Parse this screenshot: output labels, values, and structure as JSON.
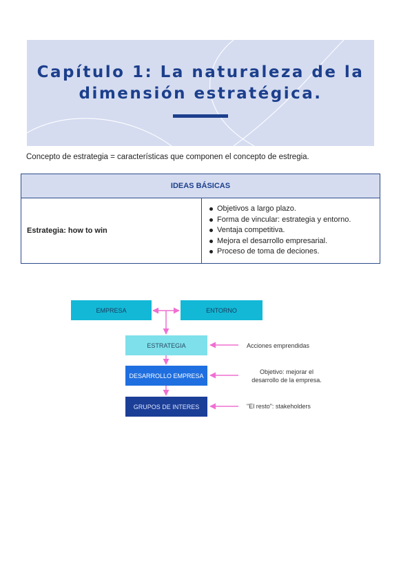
{
  "header": {
    "title_line1": "Capítulo 1: La naturaleza de la",
    "title_line2": "dimensión estratégica."
  },
  "intro": "Concepto de estrategia = características que componen el concepto de estregia.",
  "ideas_table": {
    "header": "IDEAS BÁSICAS",
    "row_label": "Estrategia: how to win",
    "bullets": [
      "Objetivos a largo plazo.",
      "Forma de vincular: estrategia y entorno.",
      "Ventaja competitiva.",
      "Mejora el desarrollo empresarial.",
      "Proceso de toma de deciones."
    ]
  },
  "diagram": {
    "empresa": "EMPRESA",
    "entorno": "ENTORNO",
    "estrategia": "ESTRATEGIA",
    "desarrollo": "DESARROLLO EMPRESA",
    "grupos": "GRUPOS DE INTERES",
    "note_acciones": "Acciones emprendidas",
    "note_objetivo_line1": "Objetivo: mejorar el",
    "note_objetivo_line2": "desarrollo de la empresa.",
    "note_resto": "\"El resto\": stakeholders"
  },
  "colors": {
    "accent": "#1c3f8c",
    "banner_bg": "#d5dcf0",
    "arrow_pink": "#f06fd1",
    "cyan": "#13b8d6",
    "light_cyan": "#7ee0ea",
    "blue": "#1f6fe0",
    "navy": "#1b3e97"
  }
}
